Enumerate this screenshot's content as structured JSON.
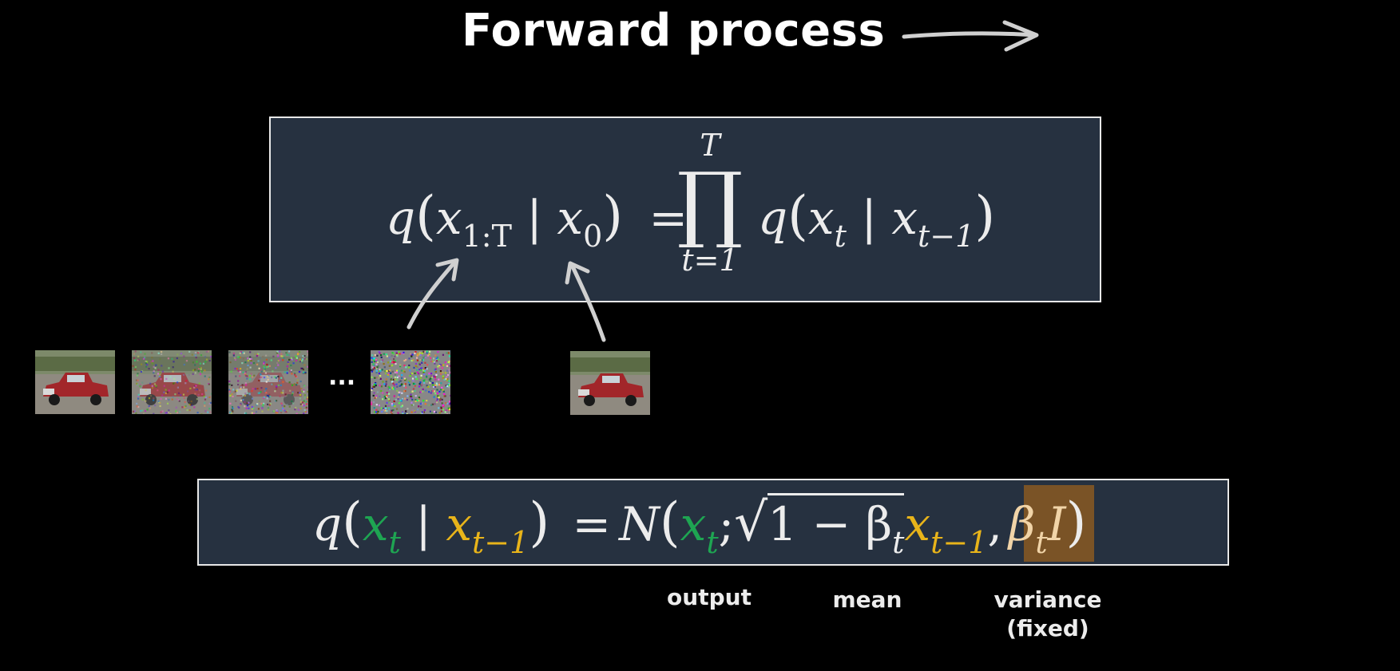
{
  "title": "Forward process",
  "equation_top": {
    "lhs_fn": "q",
    "lhs_var": "x",
    "lhs_sub": "1:T",
    "lhs_cond": "x",
    "lhs_cond_sub": "0",
    "equals": "=",
    "prod_upper": "T",
    "prod_symbol": "∏",
    "prod_lower": "t=1",
    "rhs_fn": "q",
    "rhs_var": "x",
    "rhs_sub": "t",
    "rhs_cond": "x",
    "rhs_cond_sub": "t−1"
  },
  "equation_bottom": {
    "fn": "q",
    "var": "x",
    "var_sub": "t",
    "cond": "x",
    "cond_sub": "t−1",
    "equals": "=",
    "dist": "N",
    "out_var": "x",
    "out_sub": "t",
    "semicolon": ";",
    "sqrt_content": "1 − β",
    "sqrt_sub": "t",
    "mean_var": "x",
    "mean_sub": "t−1",
    "comma": ",",
    "var_beta": "β",
    "var_beta_sub": "t",
    "var_I": "I"
  },
  "labels": {
    "output": "output",
    "mean": "mean",
    "variance": "variance",
    "fixed": "(fixed)"
  },
  "ellipsis": "...",
  "colors": {
    "box_fill": "#263140",
    "output": "#1ea552",
    "mean": "#e8b41a",
    "variance": "#f1d4a8",
    "variance_highlight": "#7a5326"
  },
  "noise_levels": [
    0.0,
    0.35,
    0.6,
    1.0
  ]
}
